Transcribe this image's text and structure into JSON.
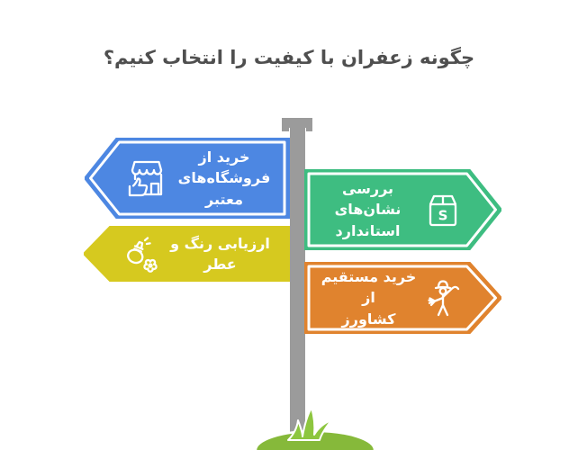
{
  "title": "چگونه زعفران با کیفیت را انتخاب کنیم؟",
  "colors": {
    "background": "#ffffff",
    "title_text": "#4f4f4f",
    "sign_text": "#ffffff",
    "blue": "#4d87e2",
    "green": "#3ebd81",
    "yellow": "#d6c91f",
    "orange": "#e0832e",
    "pole": "#9b9b9b",
    "grass": "#8dc63f",
    "ground": "#86b93a"
  },
  "signs": [
    {
      "id": "buy-from-reputable-stores",
      "line1": "خرید از",
      "line2": "فروشگاه‌های معتبر",
      "icon": "storefront-thumbs-up-icon",
      "color_key": "blue",
      "direction": "left"
    },
    {
      "id": "check-standard-marks",
      "line1": "بررسی نشان‌های",
      "line2": "استاندارد",
      "icon": "standard-package-icon",
      "icon_letter": "S",
      "color_key": "green",
      "direction": "right"
    },
    {
      "id": "evaluate-color-and-aroma",
      "line1": "ارزیابی رنگ و عطر",
      "line2": "",
      "icon": "perfume-flower-icon",
      "color_key": "yellow",
      "direction": "left"
    },
    {
      "id": "buy-directly-from-farmer",
      "line1": "خرید مستقیم از",
      "line2": "کشاورز",
      "icon": "farmer-icon",
      "color_key": "orange",
      "direction": "right"
    }
  ]
}
